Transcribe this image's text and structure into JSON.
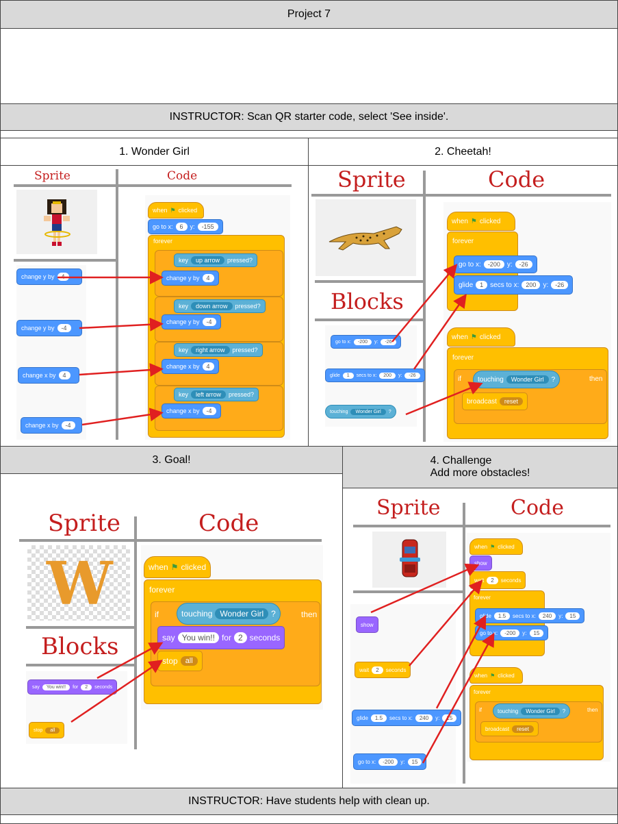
{
  "title": "Project 7",
  "instructor_top": "INSTRUCTOR: Scan QR starter code, select 'See inside'.",
  "instructor_bottom": "INSTRUCTOR: Have students help with clean up.",
  "sections": {
    "s1": "1. Wonder Girl",
    "s2": "2. Cheetah!",
    "s3": "3. Goal!",
    "s4_line1": "4. Challenge",
    "s4_line2": "Add more obstacles!"
  },
  "labels": {
    "sprite": "Sprite",
    "code": "Code",
    "blocks": "Blocks"
  },
  "blocks": {
    "when": "when",
    "clicked": "clicked",
    "forever": "forever",
    "if": "if",
    "then": "then",
    "key": "key",
    "pressed": "pressed?",
    "go_to_x": "go to x:",
    "y": "y:",
    "change_y_by": "change y by",
    "change_x_by": "change x by",
    "up_arrow": "up arrow",
    "down_arrow": "down arrow",
    "right_arrow": "right arrow",
    "left_arrow": "left arrow",
    "glide": "glide",
    "secs_to_x": "secs to x:",
    "touching": "touching",
    "wonder_girl": "Wonder Girl",
    "broadcast": "broadcast",
    "reset": "reset",
    "say": "say",
    "you_win": "You win!!",
    "for": "for",
    "seconds": "seconds",
    "stop": "stop",
    "all": "all",
    "show": "show",
    "wait": "wait",
    "q": "?"
  },
  "values": {
    "v6": "6",
    "vm155": "-155",
    "v4": "4",
    "vm4": "-4",
    "vm200": "-200",
    "vm26": "-26",
    "v1": "1",
    "v200": "200",
    "v2": "2",
    "v1_5": "1.5",
    "v240": "240",
    "v15": "15"
  },
  "sprite_letter": "W"
}
